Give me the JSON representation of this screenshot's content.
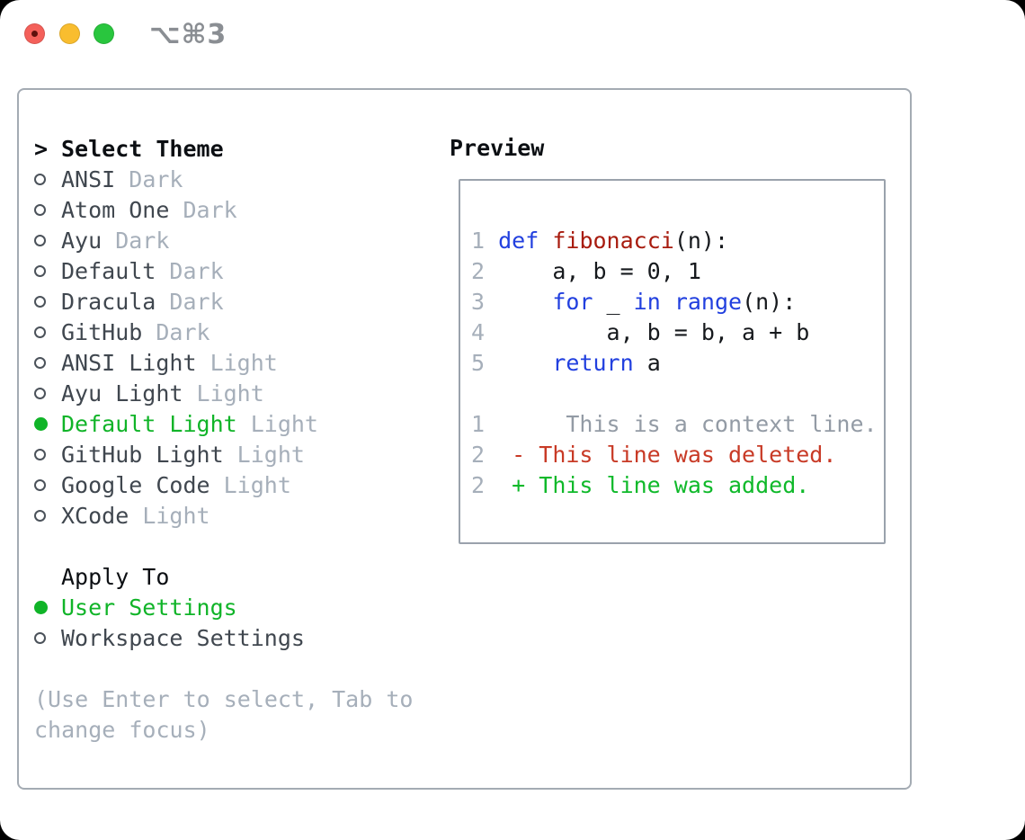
{
  "titlebar": {
    "shortcut": "⌥⌘3"
  },
  "panel": {
    "theme_list": {
      "cursor": ">",
      "header": "Select Theme",
      "items": [
        {
          "name": "ANSI",
          "variant": "Dark",
          "selected": false
        },
        {
          "name": "Atom One",
          "variant": "Dark",
          "selected": false
        },
        {
          "name": "Ayu",
          "variant": "Dark",
          "selected": false
        },
        {
          "name": "Default",
          "variant": "Dark",
          "selected": false
        },
        {
          "name": "Dracula",
          "variant": "Dark",
          "selected": false
        },
        {
          "name": "GitHub",
          "variant": "Dark",
          "selected": false
        },
        {
          "name": "ANSI Light",
          "variant": "Light",
          "selected": false
        },
        {
          "name": "Ayu Light",
          "variant": "Light",
          "selected": false
        },
        {
          "name": "Default Light",
          "variant": "Light",
          "selected": true
        },
        {
          "name": "GitHub Light",
          "variant": "Light",
          "selected": false
        },
        {
          "name": "Google Code",
          "variant": "Light",
          "selected": false
        },
        {
          "name": "XCode",
          "variant": "Light",
          "selected": false
        }
      ]
    },
    "apply_to": {
      "header": "Apply To",
      "options": [
        {
          "name": "User Settings",
          "selected": true
        },
        {
          "name": "Workspace Settings",
          "selected": false
        }
      ]
    },
    "help_lines": [
      "(Use Enter to select, Tab to",
      "change focus)"
    ],
    "preview": {
      "header": "Preview",
      "lines": [
        {
          "num": "1",
          "tokens": [
            {
              "text": " ",
              "style": "plain"
            },
            {
              "text": "def",
              "style": "keyword"
            },
            {
              "text": " ",
              "style": "plain"
            },
            {
              "text": "fibonacci",
              "style": "function"
            },
            {
              "text": "(n):",
              "style": "plain"
            }
          ]
        },
        {
          "num": "2",
          "tokens": [
            {
              "text": "     a, b = 0, 1",
              "style": "plain"
            }
          ]
        },
        {
          "num": "3",
          "tokens": [
            {
              "text": "     ",
              "style": "plain"
            },
            {
              "text": "for",
              "style": "keyword"
            },
            {
              "text": " _ ",
              "style": "plain"
            },
            {
              "text": "in",
              "style": "keyword"
            },
            {
              "text": " ",
              "style": "plain"
            },
            {
              "text": "range",
              "style": "keyword"
            },
            {
              "text": "(n):",
              "style": "plain"
            }
          ]
        },
        {
          "num": "4",
          "tokens": [
            {
              "text": "         a, b = b, a + b",
              "style": "plain"
            }
          ]
        },
        {
          "num": "5",
          "tokens": [
            {
              "text": "     ",
              "style": "plain"
            },
            {
              "text": "return",
              "style": "keyword"
            },
            {
              "text": " a",
              "style": "plain"
            }
          ]
        },
        {
          "num": "",
          "tokens": []
        },
        {
          "num": "1",
          "tokens": [
            {
              "text": "      This is a context line.",
              "style": "context"
            }
          ]
        },
        {
          "num": "2",
          "tokens": [
            {
              "text": "  - This line was deleted.",
              "style": "deleted"
            }
          ]
        },
        {
          "num": "2",
          "tokens": [
            {
              "text": "  + This line was added.",
              "style": "added"
            }
          ]
        }
      ]
    }
  },
  "colors": {
    "accent_green": "#10b428",
    "added_green": "#0fb92a",
    "keyword_blue": "#2240df",
    "function_red": "#a81c0f",
    "deleted_red": "#c83a26",
    "code_text": "#16191d",
    "text_primary": "#40474f",
    "text_heading": "#0c0f13",
    "dim": "#a6afba",
    "line_number": "#a6afba",
    "context_gray": "#939ba5",
    "radio_outline": "#4b525a",
    "border": "#a4abb3",
    "border2": "#9aa2ac",
    "titlebar_text": "#8a8e93",
    "traffic_red": "#f4605a",
    "traffic_red_dot": "#5e100c",
    "traffic_yellow": "#f9bd2f",
    "traffic_green": "#29c63e"
  }
}
